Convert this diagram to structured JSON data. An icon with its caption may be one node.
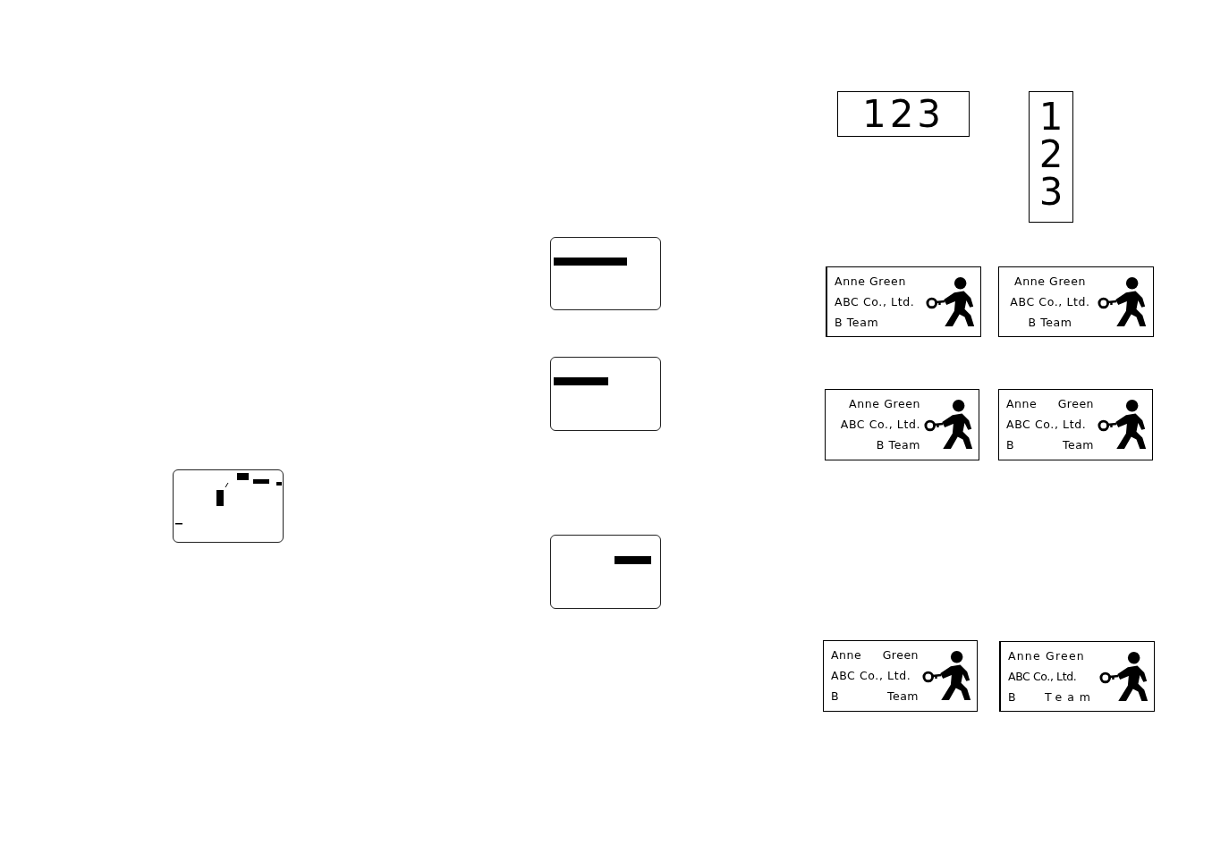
{
  "diagram": {
    "nodes": [
      {
        "text": [],
        "shape": "box"
      },
      {
        "text": [],
        "shape": "box"
      },
      {
        "text": [],
        "shape": "box"
      },
      {
        "text": [],
        "shape": "box"
      },
      {
        "text": [
          "123"
        ]
      },
      {
        "text": [
          "1 2 3"
        ]
      },
      {
        "text": [
          "Anne Green",
          "ABC Co., Ltd.",
          "B Team"
        ]
      },
      {
        "text": [
          "Anne Green",
          "ABC Co., Ltd.",
          "B Team"
        ]
      },
      {
        "text": [
          "Anne Green",
          "ABC Co., Ltd.",
          "B Team"
        ]
      },
      {
        "text": [
          "Anne Green",
          "ABC Co., Ltd.",
          "B Team"
        ]
      },
      {
        "text": [
          "Anne Green",
          "ABC Co., Ltd.",
          "B Team"
        ]
      },
      {
        "text": [
          "Anne Green",
          "ABC Co., Ltd.",
          "B Team"
        ]
      }
    ],
    "edges": []
  }
}
